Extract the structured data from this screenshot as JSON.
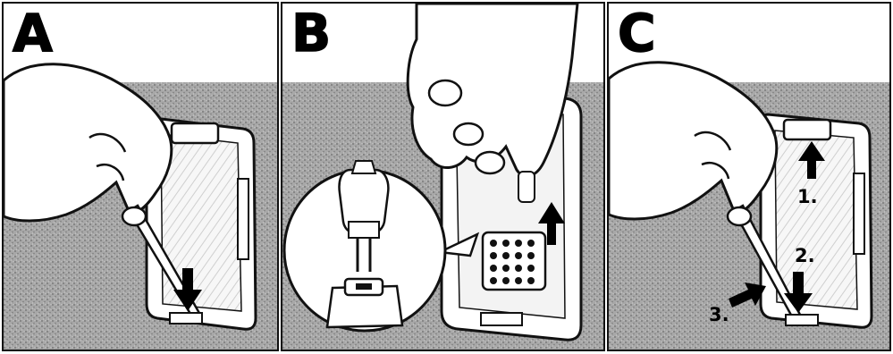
{
  "panels": [
    {
      "letter": "A",
      "step_labels": []
    },
    {
      "letter": "B",
      "step_labels": []
    },
    {
      "letter": "C",
      "step_labels": [
        "1.",
        "2.",
        "3."
      ]
    }
  ],
  "colors": {
    "paper": "#ffffff",
    "ink": "#111111",
    "wall_shade": "#9c9c9c",
    "cover_fill": "#f4f4f4"
  }
}
